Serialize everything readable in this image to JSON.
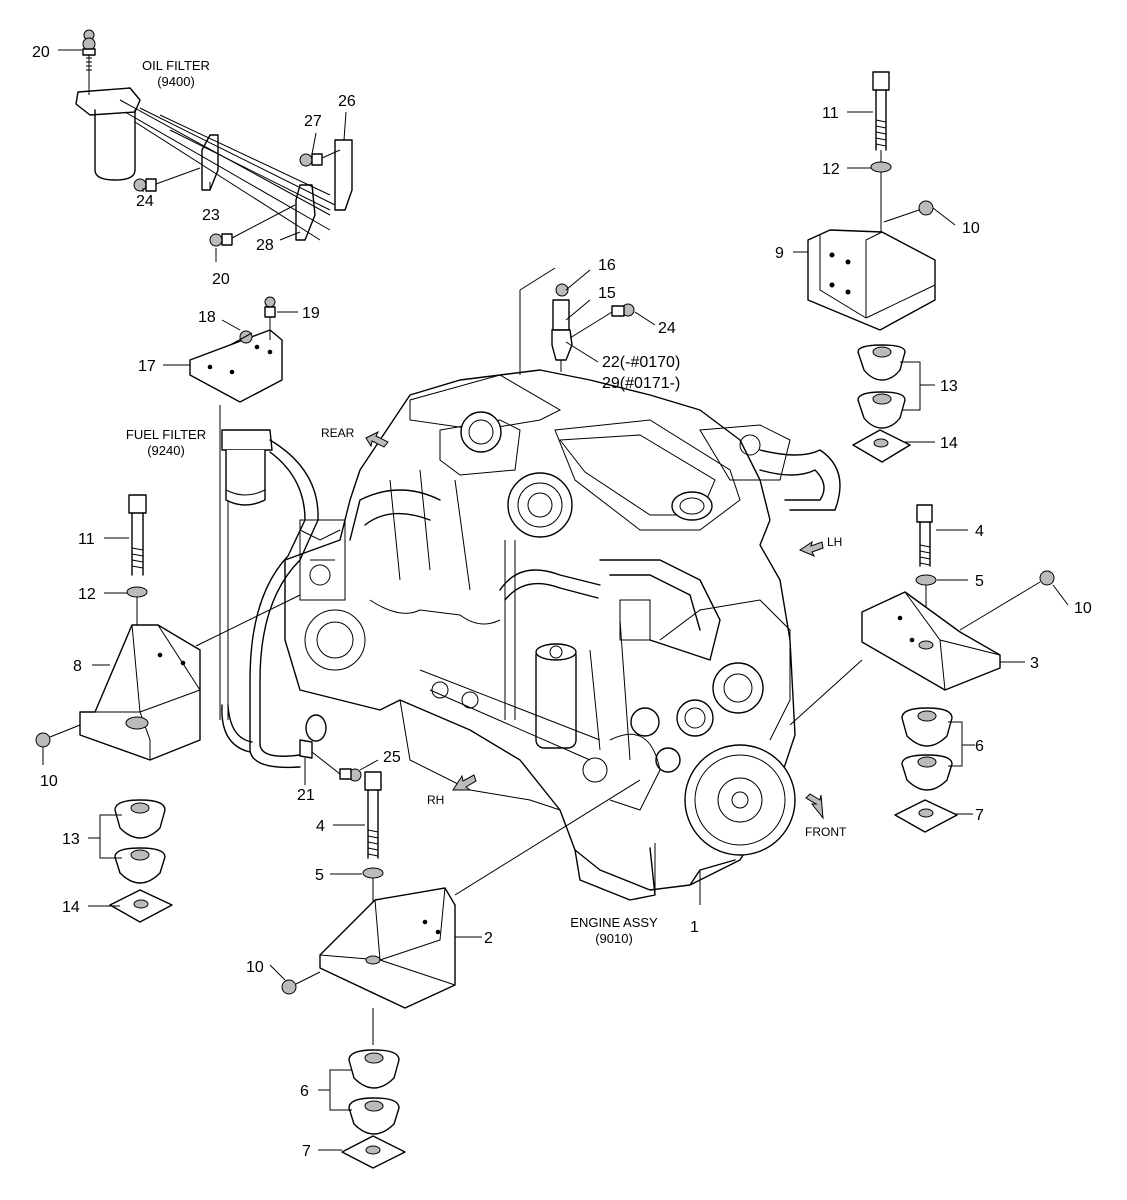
{
  "captions": {
    "oil_filter": "OIL FILTER",
    "oil_filter_code": "(9400)",
    "fuel_filter": "FUEL FILTER",
    "fuel_filter_code": "(9240)",
    "engine_assy": "ENGINE ASSY",
    "engine_assy_code": "(9010)"
  },
  "directions": {
    "rear": "REAR",
    "lh": "LH",
    "rh": "RH",
    "front": "FRONT"
  },
  "callouts": {
    "c20a": "20",
    "c24a": "24",
    "c23": "23",
    "c20b": "20",
    "c28": "28",
    "c27": "27",
    "c26": "26",
    "c11a": "11",
    "c12a": "12",
    "c10a": "10",
    "c9": "9",
    "c13a": "13",
    "c14a": "14",
    "c16": "16",
    "c15": "15",
    "c24b": "24",
    "c22": "22(-#0170)",
    "c29": "29(#0171-)",
    "c18": "18",
    "c19": "19",
    "c17": "17",
    "c11b": "11",
    "c12b": "12",
    "c8": "8",
    "c10b": "10",
    "c13b": "13",
    "c14b": "14",
    "c4a": "4",
    "c5a": "5",
    "c10c": "10",
    "c3": "3",
    "c6a": "6",
    "c7a": "7",
    "c21": "21",
    "c25": "25",
    "c4b": "4",
    "c5b": "5",
    "c2": "2",
    "c10d": "10",
    "c6b": "6",
    "c7b": "7",
    "c1": "1"
  }
}
